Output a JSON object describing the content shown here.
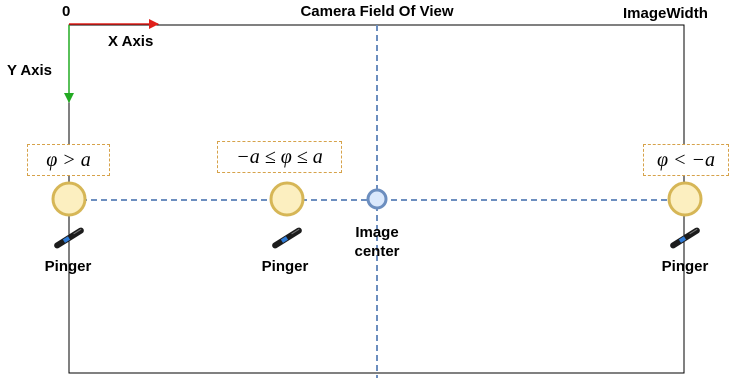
{
  "title": "Camera Field Of View",
  "origin_label": "0",
  "image_width_label": "ImageWidth",
  "x_axis_label": "X Axis",
  "y_axis_label": "Y Axis",
  "image_center_label": {
    "line1": "Image",
    "line2": "center"
  },
  "pingers": [
    {
      "label": "Pinger",
      "condition": "φ  >  a"
    },
    {
      "label": "Pinger",
      "condition": "−a ≤ φ ≤ a"
    },
    {
      "label": "Pinger",
      "condition": "φ  <  −a"
    }
  ],
  "colors": {
    "x_axis": "#e0201b",
    "y_axis": "#22aa22",
    "dashed_lines": "#6c8ebf",
    "pinger_fill": "#fcefc0",
    "pinger_stroke": "#d6b656",
    "center_fill": "#dae8fc",
    "condition_border": "#d6a24a"
  }
}
